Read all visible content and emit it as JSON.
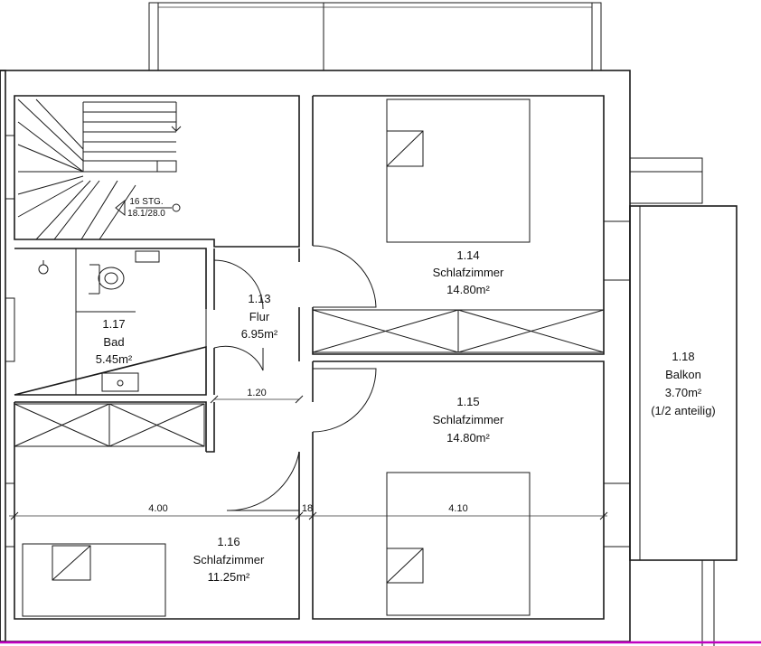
{
  "rooms": {
    "schlaf14": {
      "number": "1.14",
      "name": "Schlafzimmer",
      "area": "14.80m²"
    },
    "flur": {
      "number": "1.13",
      "name": "Flur",
      "area": "6.95m²"
    },
    "bad": {
      "number": "1.17",
      "name": "Bad",
      "area": "5.45m²"
    },
    "schlaf15": {
      "number": "1.15",
      "name": "Schlafzimmer",
      "area": "14.80m²"
    },
    "schlaf16": {
      "number": "1.16",
      "name": "Schlafzimmer",
      "area": "11.25m²"
    },
    "balkon": {
      "number": "1.18",
      "name": "Balkon",
      "area": "3.70m²",
      "note": "(1/2 anteilig)"
    }
  },
  "stairs": {
    "steps": "16 STG.",
    "ratio": "18.1/28.0"
  },
  "dimensions": {
    "corridor_width": "1.20",
    "left_width": "4.00",
    "wall": "18",
    "right_width": "4.10"
  },
  "colors": {
    "line": "#1a1a1a",
    "edge_accent": "#c000c0"
  }
}
